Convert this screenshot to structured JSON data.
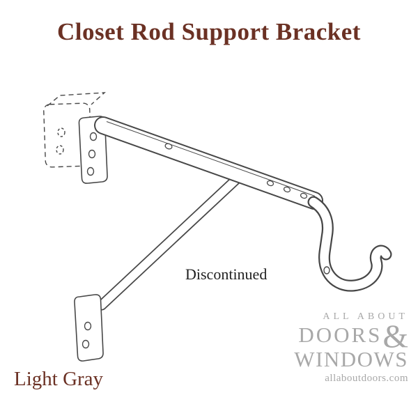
{
  "title": {
    "text": "Closet Rod Support Bracket"
  },
  "product": {
    "status": "Discontinued",
    "variant": "Light Gray"
  },
  "watermark": {
    "top": "ALL ABOUT",
    "brand1": "DOORS",
    "amp": "&",
    "brand2": "WINDOWS",
    "url": "allaboutdoors.com"
  },
  "colors": {
    "title_text": "#6b3124",
    "status_text": "#1f1f1f",
    "variant_text": "#6b3124",
    "watermark_text": "#a8a8a8",
    "line_art": "#474747",
    "background": "#ffffff"
  },
  "drawing": {
    "parts": [
      "wall-plate-hidden",
      "mounting-plate",
      "support-arm",
      "diagonal-brace",
      "foot-plate",
      "rod-hook"
    ]
  }
}
